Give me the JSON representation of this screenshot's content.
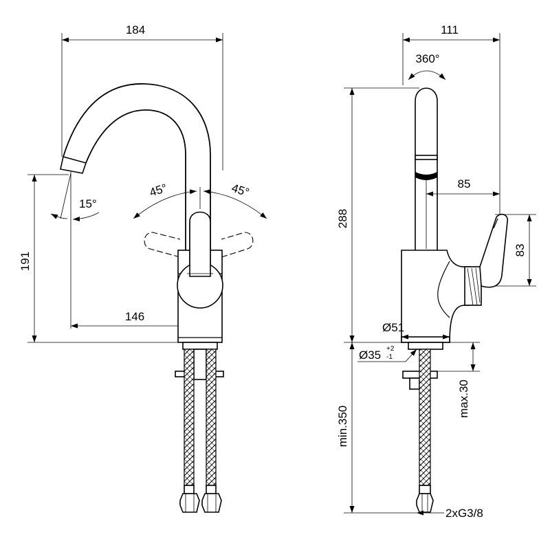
{
  "front_view": {
    "width_overall": "184",
    "spout_reach": "146",
    "spout_height": "191",
    "spout_angle": "15°",
    "lever_angle_left": "45°",
    "lever_angle_right": "45°"
  },
  "side_view": {
    "depth_overall": "111",
    "swivel": "360°",
    "height_overall": "288",
    "handle_offset": "85",
    "handle_height": "83",
    "base_diameter": "Ø51",
    "hole_diameter": "Ø35",
    "hole_tol_plus": "+2",
    "hole_tol_minus": "-1",
    "max_deck_thickness": "max.30",
    "min_hose_length": "min.350",
    "connection": "2xG3/8"
  }
}
